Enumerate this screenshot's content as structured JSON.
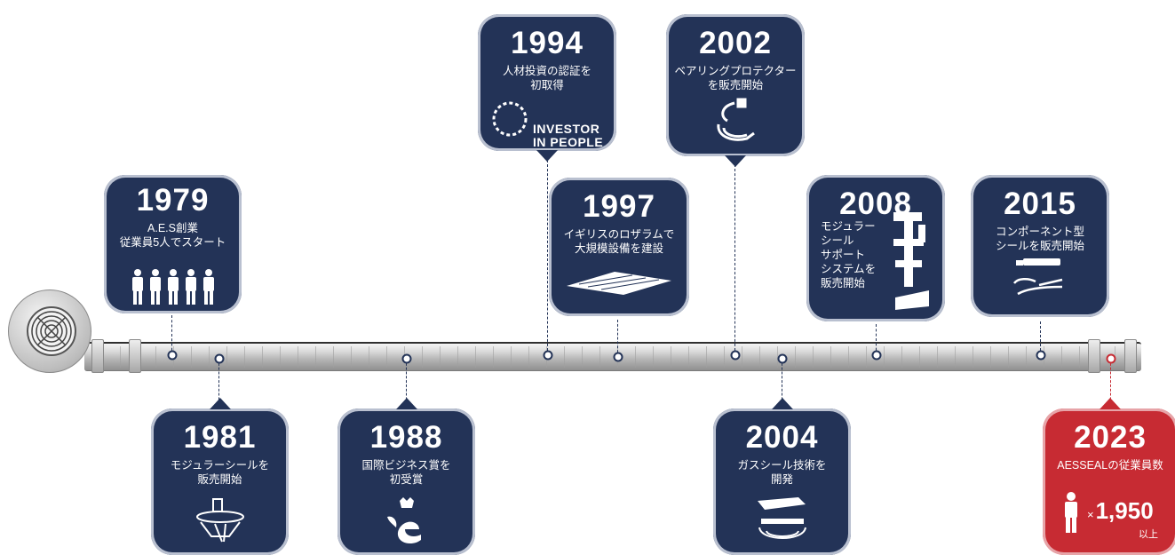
{
  "timeline": {
    "events": [
      {
        "year": "1979",
        "desc": "A.E.S創業\n従業員5人でスタート",
        "icon": "five-people-icon"
      },
      {
        "year": "1981",
        "desc": "モジュラーシールを\n販売開始",
        "icon": "modular-seal-icon"
      },
      {
        "year": "1988",
        "desc": "国際ビジネス賞を\n初受賞",
        "icon": "queens-award-icon"
      },
      {
        "year": "1994",
        "desc": "人材投資の認証を\n初取得",
        "icon": "investors-in-people-logo",
        "logo_lines": [
          "INVESTOR",
          "IN PEOPLE"
        ]
      },
      {
        "year": "1997",
        "desc": "イギリスのロザラムで\n大規模設備を建設",
        "icon": "factory-building-icon"
      },
      {
        "year": "2002",
        "desc": "ベアリングプロテクター\nを販売開始",
        "icon": "bearing-protector-icon"
      },
      {
        "year": "2004",
        "desc": "ガスシール技術を\n開発",
        "icon": "gas-seal-icon"
      },
      {
        "year": "2008",
        "desc": "モジュラー\nシール\nサポート\nシステムを\n販売開始",
        "icon": "seal-support-system-icon"
      },
      {
        "year": "2015",
        "desc": "コンポーネント型\nシールを販売開始",
        "icon": "component-seal-icon"
      },
      {
        "year": "2023",
        "desc": "AESSEALの従業員数",
        "icon": "person-icon",
        "count_prefix": "×",
        "count": "1,950",
        "count_suffix": "以上",
        "highlight_color": "#c72b33"
      }
    ]
  },
  "colors": {
    "card": "#233357",
    "highlight": "#c72b33",
    "pipe": "#c4c4c4"
  }
}
